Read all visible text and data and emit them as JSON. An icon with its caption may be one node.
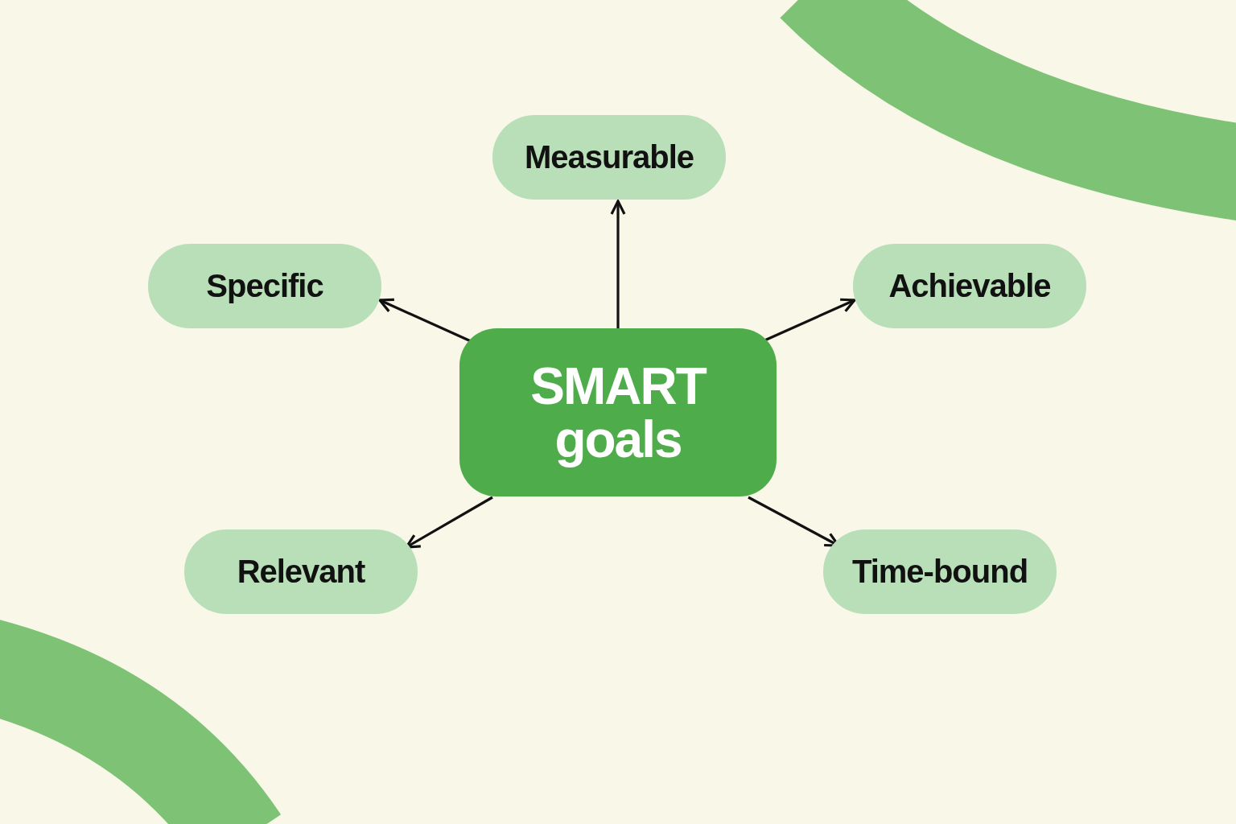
{
  "diagram": {
    "nodes": [
      {
        "text": [
          "Measurable"
        ]
      },
      {
        "text": [
          "Specific"
        ]
      },
      {
        "text": [
          "Achievable"
        ]
      },
      {
        "text": [
          "SMART goals"
        ]
      },
      {
        "text": [
          "Relevant"
        ]
      },
      {
        "text": [
          "Time-bound"
        ]
      }
    ],
    "edges": [
      {
        "from": 3,
        "to": 0,
        "arrow": "to"
      },
      {
        "from": 3,
        "to": 1,
        "arrow": "to"
      },
      {
        "from": 3,
        "to": 2,
        "arrow": "to"
      },
      {
        "from": 3,
        "to": 4,
        "arrow": "to"
      },
      {
        "from": 3,
        "to": 5,
        "arrow": "to"
      }
    ]
  }
}
